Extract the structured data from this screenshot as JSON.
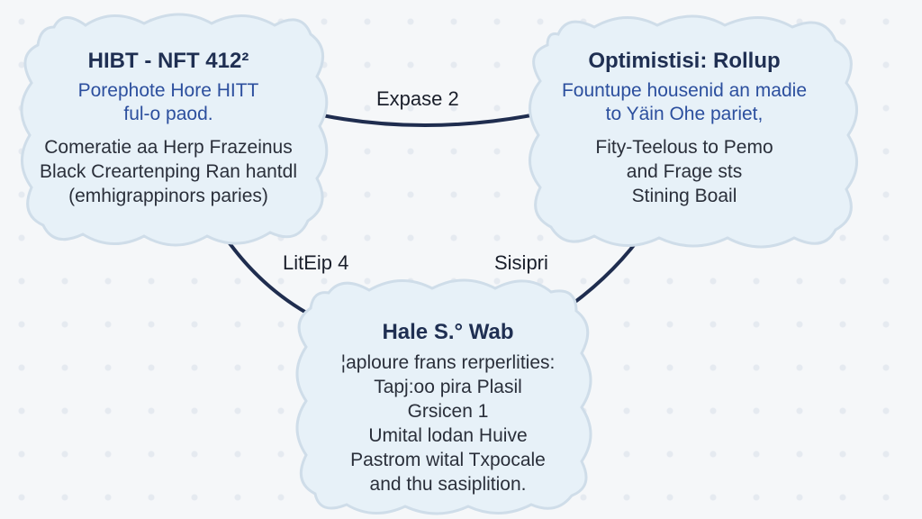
{
  "nodes": {
    "left": {
      "title": "HIBT - NFT 412²",
      "blue_lines": [
        "Porephote Hore HITT",
        "ful-o paod."
      ],
      "dark_lines": [
        "Comeratie aa Herp Frazeinus",
        "Black Creartenping Ran hantdl",
        "(emhigrappinors paries)"
      ]
    },
    "right": {
      "title": "Optimistisi: Rollup",
      "blue_lines": [
        "Fountupe housenid an madie",
        "to Yäin Ohe pariet,"
      ],
      "dark_lines": [
        "Fity-Teelous to Pemo",
        "and Frage sts",
        "Stining Boail"
      ]
    },
    "bottom": {
      "title": "Hale S.° Wab",
      "dark_lines": [
        "¦aploure frans rerperlities:",
        "Tapj:oo pira Plasil",
        "Grsicen 1",
        "Umital lodan Huive",
        "Pastrom wital Txpocale",
        "and thu sasiplition."
      ]
    }
  },
  "edges": {
    "top": "Expase 2",
    "left": "LitEip 4",
    "right": "Sisipri"
  },
  "colors": {
    "node_fill": "#e7f1f8",
    "node_stroke": "#cfdde9",
    "connector": "#1f2d4f",
    "title": "#1f2f52",
    "blue_text": "#2c4f9e"
  }
}
